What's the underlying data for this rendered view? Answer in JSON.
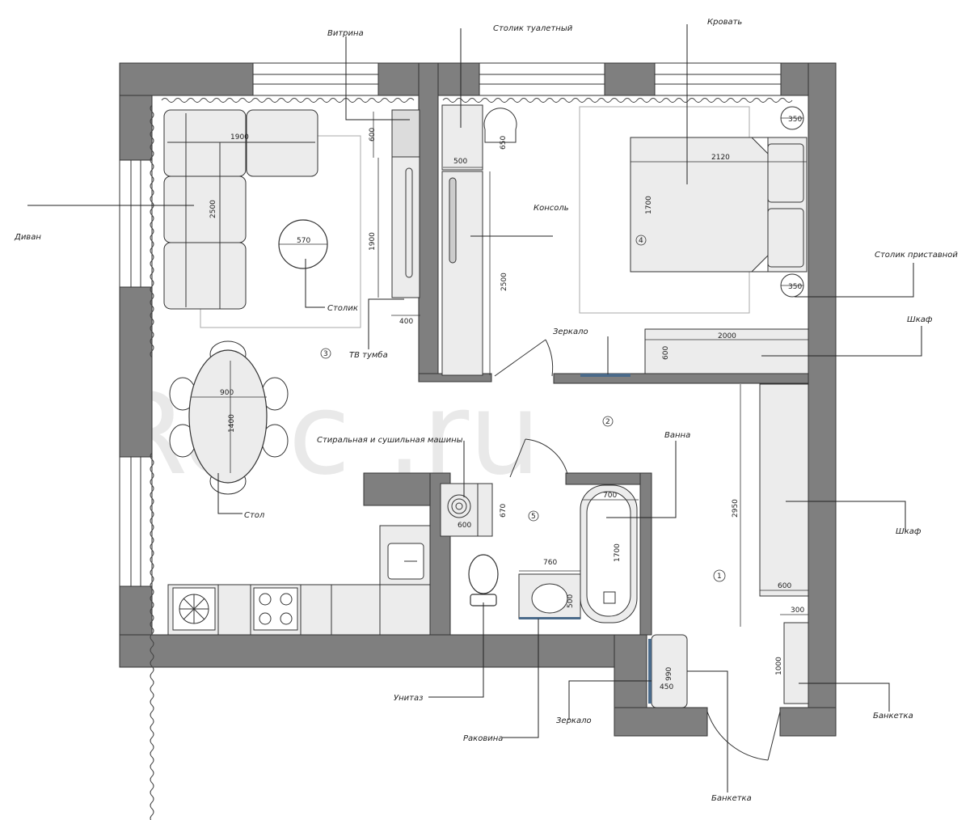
{
  "labels": {
    "vitrina": "Витрина",
    "stolik_tualetny": "Столик туалетный",
    "krovat": "Кровать",
    "divan": "Диван",
    "konsol": "Консоль",
    "stolik_pristavnoi": "Столик приставной",
    "stolik": "Столик",
    "tv_tumba": "ТВ тумба",
    "zerkalo_hall": "Зеркало",
    "shkaf_bedroom": "Шкаф",
    "stiralnaya": "Стиральная и сушильная машины",
    "vanna": "Ванна",
    "stol": "Стол",
    "shkaf_hall": "Шкаф",
    "unitaz": "Унитаз",
    "zerkalo_entry": "Зеркало",
    "rakovina": "Раковина",
    "banketka_right": "Банкетка",
    "banketka_bottom": "Банкетка"
  },
  "dims": {
    "sofa_width": "1900",
    "sofa_length": "2500",
    "coffee_table": "570",
    "vitrina_depth": "600",
    "tv_unit_length": "1900",
    "tv_unit_depth": "400",
    "dressing_table": "500",
    "dressing_depth": "650",
    "console_length": "2500",
    "bed_width": "2120",
    "bed_length": "1700",
    "side_table_top": "350",
    "side_table_bottom": "350",
    "wardrobe_bedroom_length": "2000",
    "wardrobe_bedroom_depth": "600",
    "dining_table_width": "900",
    "dining_table_length": "1400",
    "washer_width": "600",
    "washer_depth": "670",
    "bath_width": "700",
    "bath_length": "1700",
    "sink_width": "760",
    "sink_depth": "500",
    "wardrobe_hall_length": "2950",
    "wardrobe_hall_depth": "600",
    "bench_hall_depth": "300",
    "bench_hall_length": "1000",
    "bench_entry_length": "990",
    "bench_entry_depth": "450"
  },
  "rooms": {
    "hall": "1",
    "corridor": "2",
    "living": "3",
    "bedroom": "4",
    "bathroom": "5"
  },
  "watermark": "Re  c  .ru",
  "colors": {
    "wall": "#7f7f7f",
    "furniture": "#ececec",
    "line": "#222222",
    "watermark": "#e9e9e9"
  }
}
